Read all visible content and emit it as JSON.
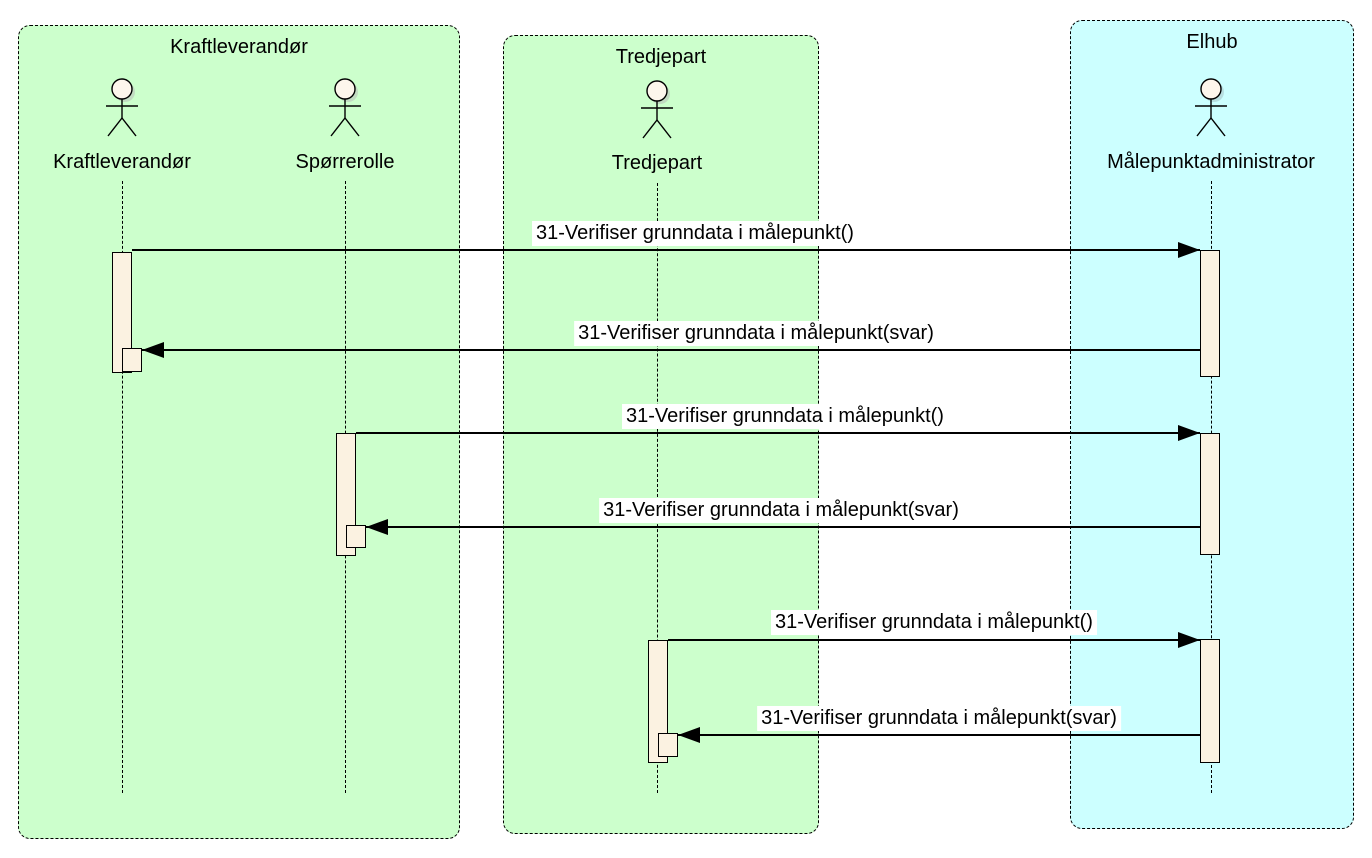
{
  "diagram": {
    "type": "uml-sequence-diagram",
    "groups": [
      {
        "title": "Kraftleverandør",
        "fill": "#ccffcc",
        "actors": [
          {
            "name": "Kraftleverandør"
          },
          {
            "name": "Spørrerolle"
          }
        ]
      },
      {
        "title": "Tredjepart",
        "fill": "#ccffcc",
        "actors": [
          {
            "name": "Tredjepart"
          }
        ]
      },
      {
        "title": "Elhub",
        "fill": "#ccffff",
        "actors": [
          {
            "name": "Målepunktadministrator"
          }
        ]
      }
    ],
    "messages": [
      {
        "label": "31-Verifiser grunndata i målepunkt()",
        "from": "Kraftleverandør",
        "to": "Målepunktadministrator",
        "direction": "right"
      },
      {
        "label": "31-Verifiser grunndata i målepunkt(svar)",
        "from": "Målepunktadministrator",
        "to": "Kraftleverandør",
        "direction": "left"
      },
      {
        "label": "31-Verifiser grunndata i målepunkt()",
        "from": "Spørrerolle",
        "to": "Målepunktadministrator",
        "direction": "right"
      },
      {
        "label": "31-Verifiser grunndata i målepunkt(svar)",
        "from": "Målepunktadministrator",
        "to": "Spørrerolle",
        "direction": "left"
      },
      {
        "label": "31-Verifiser grunndata i målepunkt()",
        "from": "Tredjepart",
        "to": "Målepunktadministrator",
        "direction": "right"
      },
      {
        "label": "31-Verifiser grunndata i målepunkt(svar)",
        "from": "Målepunktadministrator",
        "to": "Tredjepart",
        "direction": "left"
      }
    ],
    "colors": {
      "group_green": "#ccffcc",
      "group_cyan": "#ccffff",
      "activation_fill": "#fbf2e1",
      "stroke": "#000000",
      "background": "#ffffff"
    }
  }
}
